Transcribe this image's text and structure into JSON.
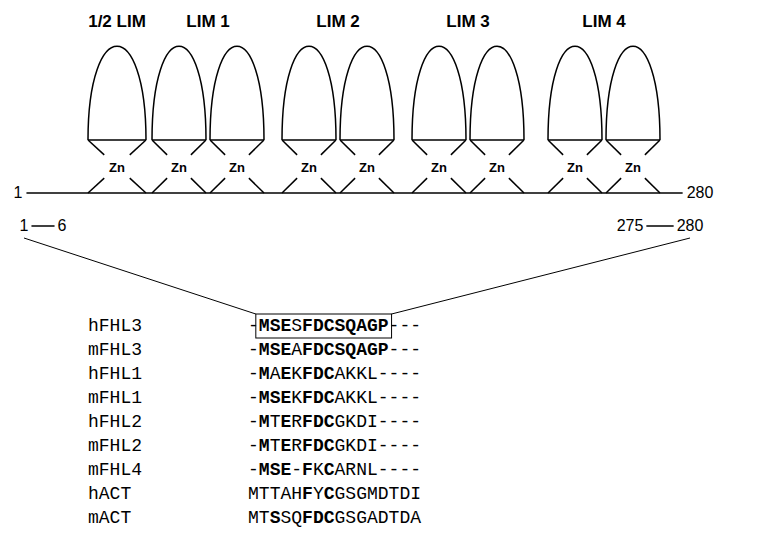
{
  "diagram": {
    "labels": [
      "1/2 LIM",
      "LIM 1",
      "LIM 2",
      "LIM 3",
      "LIM 4",
      "Zn",
      "Zn",
      "Zn",
      "Zn",
      "Zn",
      "Zn",
      "Zn",
      "Zn",
      "Zn",
      "1",
      "280",
      "1",
      "6",
      "275",
      "280",
      "hFHL3",
      "-MSESFDCSQAGP---",
      "mFHL3",
      "-MSEAFDCSQAGP---",
      "hFHL1",
      "-MAEKFDCAKKL----",
      "mFHL1",
      "-MSEKFDCAKKL----",
      "hFHL2",
      "-MTERFDCGKDI----",
      "mFHL2",
      "-MTERFDCGKDI----",
      "mFHL4",
      "-MSE-FKCARNL----",
      "hACT",
      "MTTAHFYCGSGMDTDI",
      "mACT",
      "MTSSQFDCGSGADTDA"
    ]
  }
}
